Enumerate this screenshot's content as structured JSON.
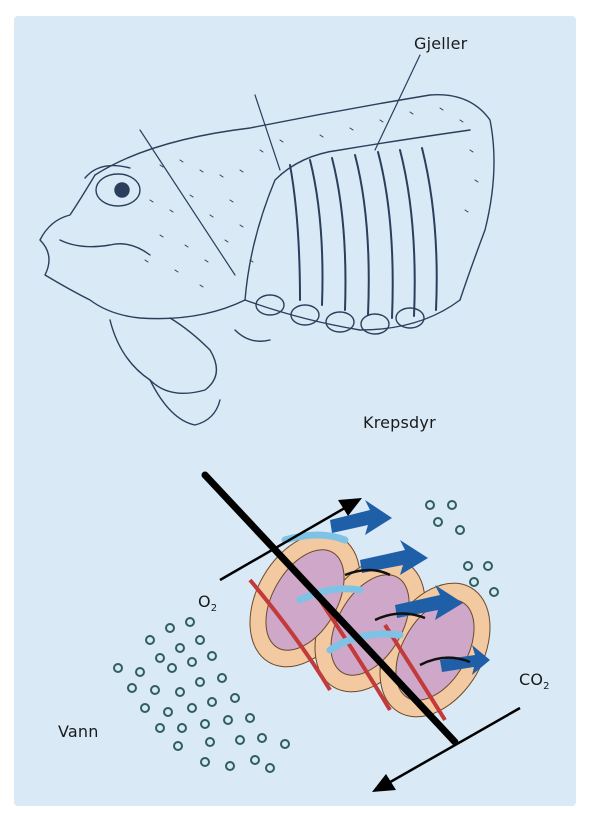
{
  "labels": {
    "gills": "Gjeller",
    "crustacean": "Krepsdyr",
    "oxygen_main": "O",
    "oxygen_sub": "2",
    "co2_main": "CO",
    "co2_sub": "2",
    "water": "Vann"
  },
  "colors": {
    "background": "#d9e9f6",
    "ink": "#2b3f5c",
    "bubble": "#2f5f5a",
    "arrow_blue": "#1f5fa8",
    "arrow_light": "#7ec3e6",
    "vessel_red": "#c23a3a",
    "tissue": "#f2c9a0"
  }
}
